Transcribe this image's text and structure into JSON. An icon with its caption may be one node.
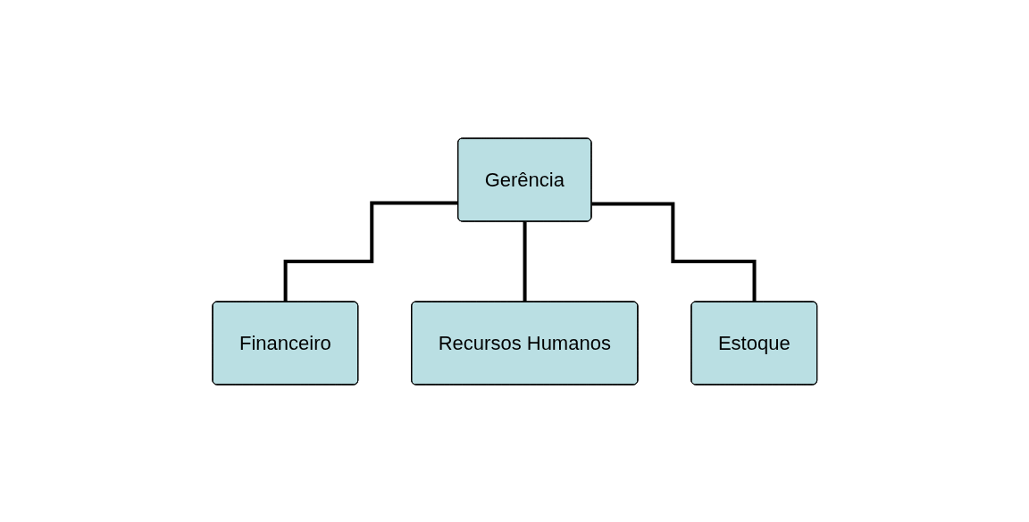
{
  "diagram": {
    "nodes": [
      {
        "text": [
          "Gerência"
        ]
      },
      {
        "text": [
          "Financeiro"
        ]
      },
      {
        "text": [
          "Recursos Humanos"
        ]
      },
      {
        "text": [
          "Estoque"
        ]
      }
    ],
    "edges": [
      {
        "from": 0,
        "to": 1,
        "arrow": "none"
      },
      {
        "from": 0,
        "to": 2,
        "arrow": "none"
      },
      {
        "from": 0,
        "to": 3,
        "arrow": "none"
      }
    ]
  }
}
